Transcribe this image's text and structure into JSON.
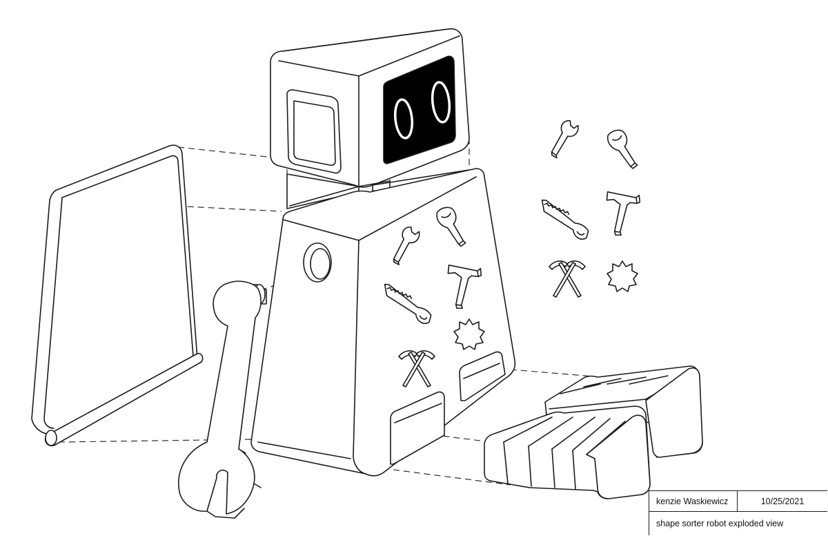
{
  "title_block": {
    "author": "kenzie Waskiewicz",
    "date": "10/25/2021",
    "title": "shape sorter robot exploded view"
  },
  "colors": {
    "line": "#1a1a1a",
    "screen": "#000000",
    "paper": "#ffffff"
  },
  "icons": [
    "wrench-icon",
    "pipe-wrench-icon",
    "saw-icon",
    "hammer-icon",
    "crossed-pickaxes-icon",
    "gear-icon"
  ]
}
